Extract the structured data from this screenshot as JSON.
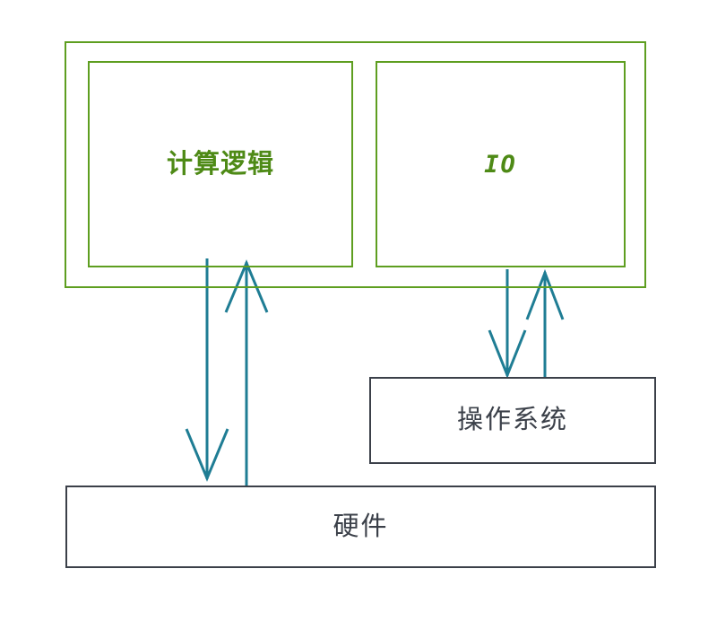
{
  "diagram": {
    "title": "Application / OS / Hardware layering diagram",
    "colors": {
      "green_stroke": "#5e9e20",
      "green_text": "#4e8a16",
      "gray_stroke": "#3b4049",
      "gray_text": "#3b4049",
      "arrow_teal": "#1f7d94",
      "background": "#ffffff"
    },
    "boxes": [
      {
        "id": "outer-green",
        "label": "",
        "style": "green-container"
      },
      {
        "id": "compute-box",
        "label": "计算逻辑",
        "style": "green"
      },
      {
        "id": "io-box",
        "label": "IO",
        "style": "green-mono"
      },
      {
        "id": "os-box",
        "label": "操作系统",
        "style": "gray"
      },
      {
        "id": "hardware-box",
        "label": "硬件",
        "style": "gray"
      }
    ],
    "labels": {
      "compute": "计算逻辑",
      "io": "IO",
      "os": "操作系统",
      "hardware": "硬件"
    },
    "arrows": [
      {
        "name": "compute-to-hardware",
        "direction": "down",
        "from": "计算逻辑",
        "to": "硬件"
      },
      {
        "name": "hardware-to-compute",
        "direction": "up",
        "from": "硬件",
        "to": "计算逻辑"
      },
      {
        "name": "io-to-os",
        "direction": "down",
        "from": "IO",
        "to": "操作系统"
      },
      {
        "name": "os-to-io",
        "direction": "up",
        "from": "操作系统",
        "to": "IO"
      }
    ]
  }
}
